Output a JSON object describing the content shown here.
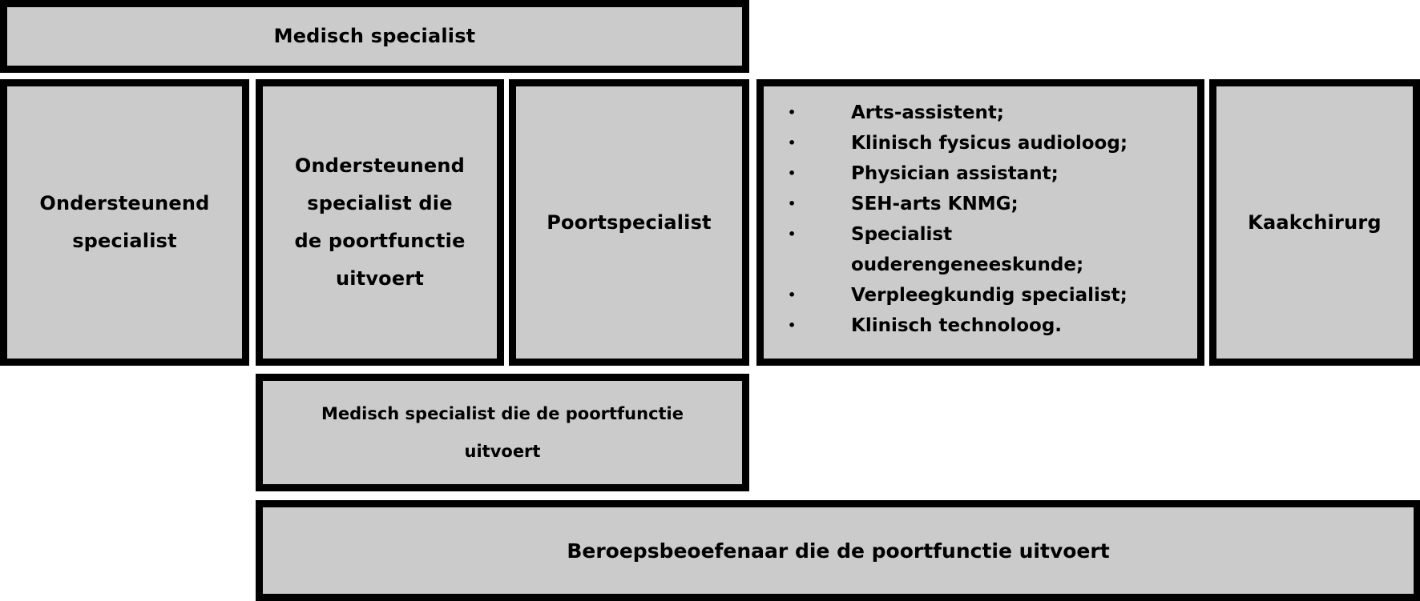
{
  "diagram": {
    "top": {
      "label": "Medisch specialist"
    },
    "row": [
      {
        "lines": [
          "Ondersteunend",
          "specialist"
        ]
      },
      {
        "lines": [
          "Ondersteunend",
          "specialist die",
          "de poortfunctie",
          "uitvoert"
        ]
      },
      {
        "lines": [
          "Poortspecialist"
        ]
      },
      {
        "items": [
          {
            "bullet": "•",
            "lines": [
              "Arts-assistent;"
            ]
          },
          {
            "bullet": "•",
            "lines": [
              "Klinisch fysicus audioloog;"
            ]
          },
          {
            "bullet": "•",
            "lines": [
              "Physician assistant;"
            ]
          },
          {
            "bullet": "•",
            "lines": [
              "SEH-arts KNMG;"
            ]
          },
          {
            "bullet": "•",
            "lines": [
              "Specialist",
              "ouderengeneeskunde;"
            ]
          },
          {
            "bullet": "•",
            "lines": [
              "Verpleegkundig specialist;"
            ]
          },
          {
            "bullet": "•",
            "lines": [
              "Klinisch technoloog."
            ]
          }
        ]
      },
      {
        "lines": [
          "Kaakchirurg"
        ]
      }
    ],
    "middle": {
      "lines": [
        "Medisch specialist die de poortfunctie",
        "uitvoert"
      ]
    },
    "bottom": {
      "label": "Beroepsbeoefenaar die de poortfunctie uitvoert"
    },
    "colors": {
      "box_fill": "#cbcbcb",
      "border": "#000000",
      "background": "#ffffff"
    }
  }
}
